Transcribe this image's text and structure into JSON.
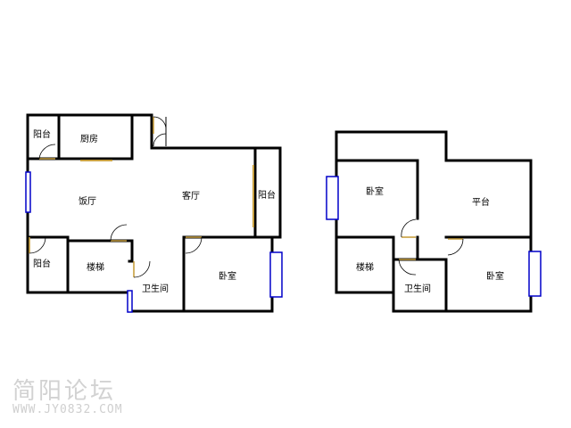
{
  "floor_plan": {
    "lower_floor": {
      "rooms": {
        "balcony_top": "阳台",
        "kitchen": "厨房",
        "dining": "饭厅",
        "living": "客厅",
        "balcony_right": "阳台",
        "balcony_bottom": "阳台",
        "stairs": "楼梯",
        "bathroom": "卫生间",
        "bedroom": "卧室"
      }
    },
    "upper_floor": {
      "rooms": {
        "bedroom_left": "卧室",
        "terrace": "平台",
        "stairs": "楼梯",
        "bathroom": "卫生间",
        "bedroom_right": "卧室"
      }
    }
  },
  "watermark": {
    "name": "简阳论坛",
    "url": "WWW.JY0832.COM"
  },
  "colors": {
    "wall": "#000000",
    "window": "#0000c8",
    "door": "#c8a040",
    "watermark": "#d2d2d2"
  }
}
